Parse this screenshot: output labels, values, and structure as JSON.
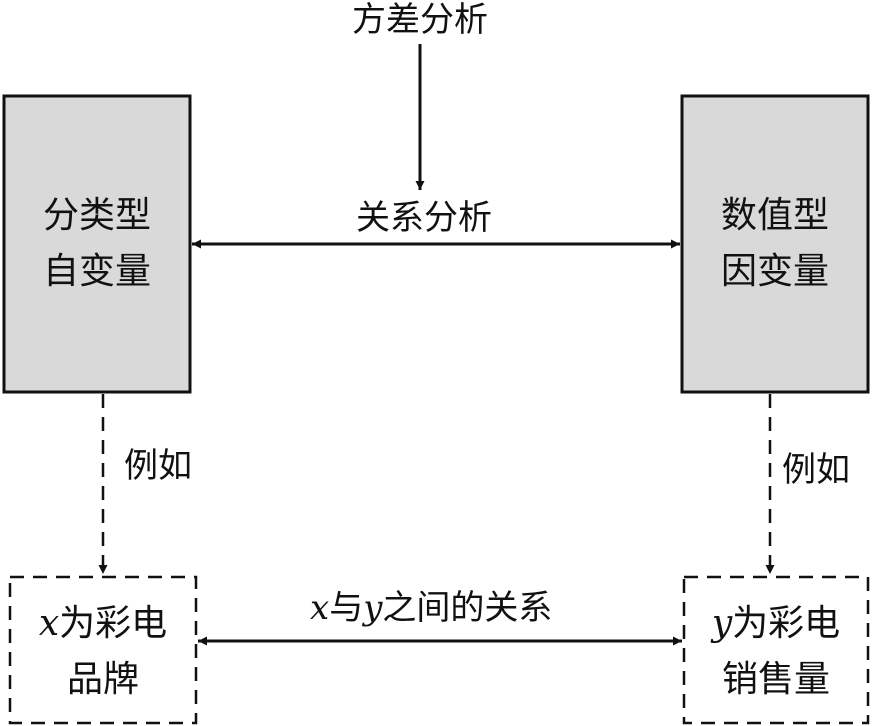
{
  "top_label": "方差分析",
  "middle_label": "关系分析",
  "left_box": {
    "line1": "分类型",
    "line2": "自变量"
  },
  "right_box": {
    "line1": "数值型",
    "line2": "因变量"
  },
  "left_example": "例如",
  "right_example": "例如",
  "bottom_label": {
    "x": "x",
    "mid1": "与",
    "y": "y",
    "rest": "之间的关系"
  },
  "left_dashed_box": {
    "var": "x",
    "line1_rest": "为彩电",
    "line2": "品牌"
  },
  "right_dashed_box": {
    "var": "y",
    "line1_rest": "为彩电",
    "line2": "销售量"
  },
  "colors": {
    "box_fill": "#d9d9d9",
    "stroke": "#111111"
  }
}
